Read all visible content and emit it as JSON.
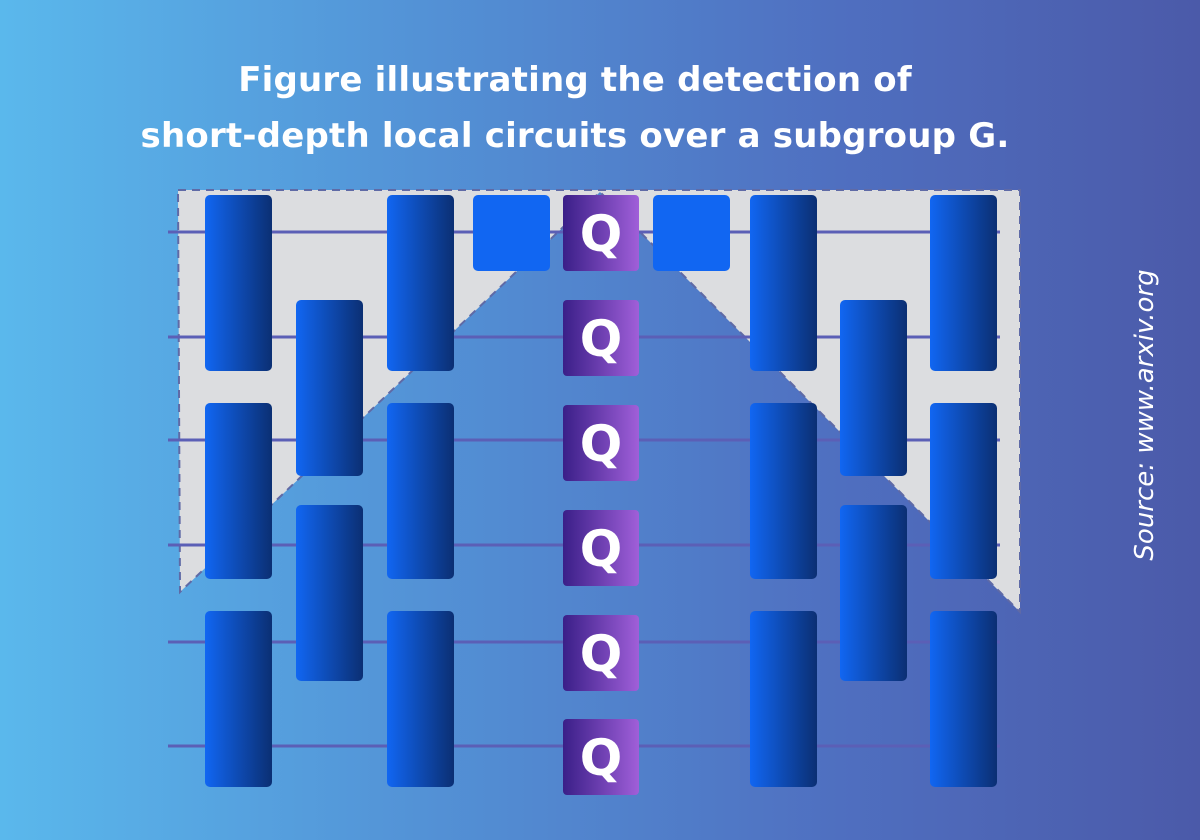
{
  "title_lines": [
    "Figure illustrating the detection of",
    "short-depth local circuits over a subgroup G."
  ],
  "source": "Source: www.arxiv.org",
  "gate_label": "Q",
  "colors": {
    "background_left": "#5ab8ec",
    "background_right": "#4b5aa9",
    "region_fill": "#dcdde0",
    "region_border": "#5f6aa6",
    "wire": "#5b5fb6",
    "gate_light": "#1166f2",
    "gate_dark": "#0b2f73",
    "q_gate_dark": "#3a1f88",
    "q_gate_light": "#a05fd9",
    "text": "#ffffff"
  },
  "circuit": {
    "wires": 6,
    "q_gates": 6
  }
}
